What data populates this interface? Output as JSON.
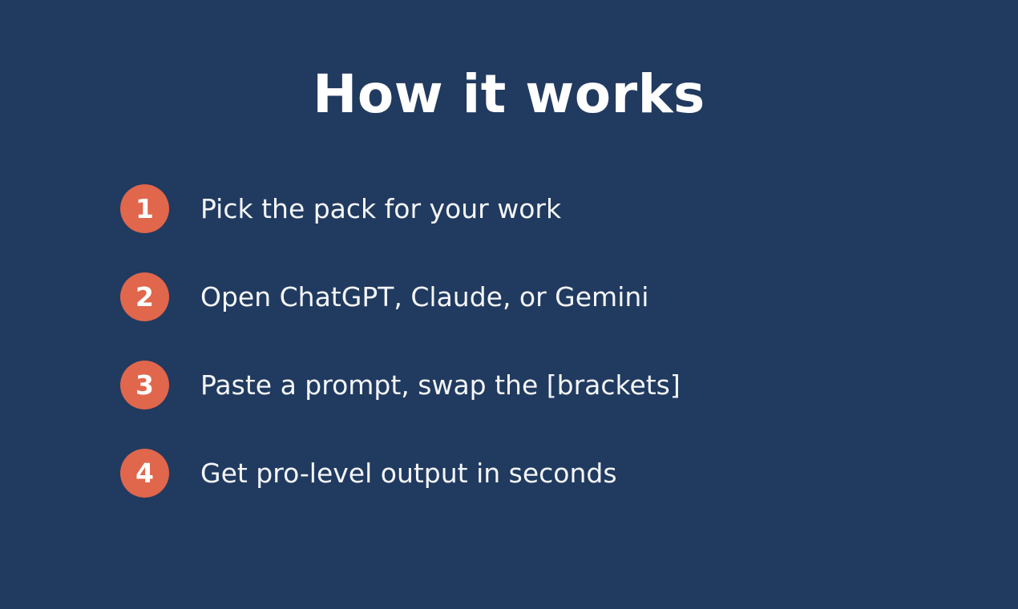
{
  "page": {
    "title": "How it works"
  },
  "colors": {
    "background": "#213a5f",
    "badge": "#e0664c",
    "text": "#ffffff"
  },
  "steps": [
    {
      "number": "1",
      "text": "Pick the pack for your work"
    },
    {
      "number": "2",
      "text": "Open ChatGPT, Claude, or Gemini"
    },
    {
      "number": "3",
      "text": "Paste a prompt, swap the [brackets]"
    },
    {
      "number": "4",
      "text": "Get pro-level output in seconds"
    }
  ]
}
